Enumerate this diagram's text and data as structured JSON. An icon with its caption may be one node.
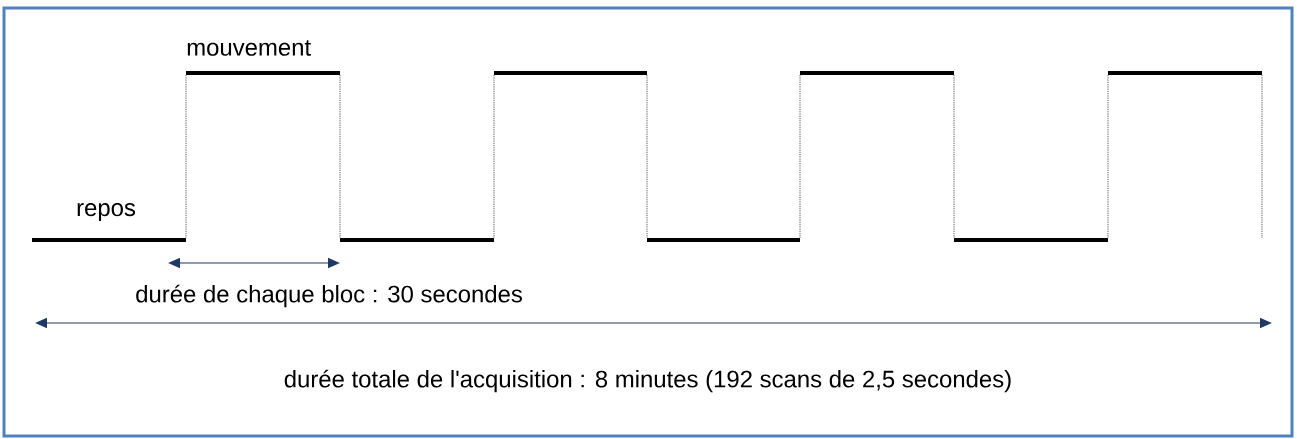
{
  "diagram": {
    "labels": [
      "mouvement",
      "repos",
      "durée de chaque bloc : 30 secondes",
      "durée totale de l'acquisition : 8 minutes (192 scans de 2,5 secondes)"
    ]
  }
}
